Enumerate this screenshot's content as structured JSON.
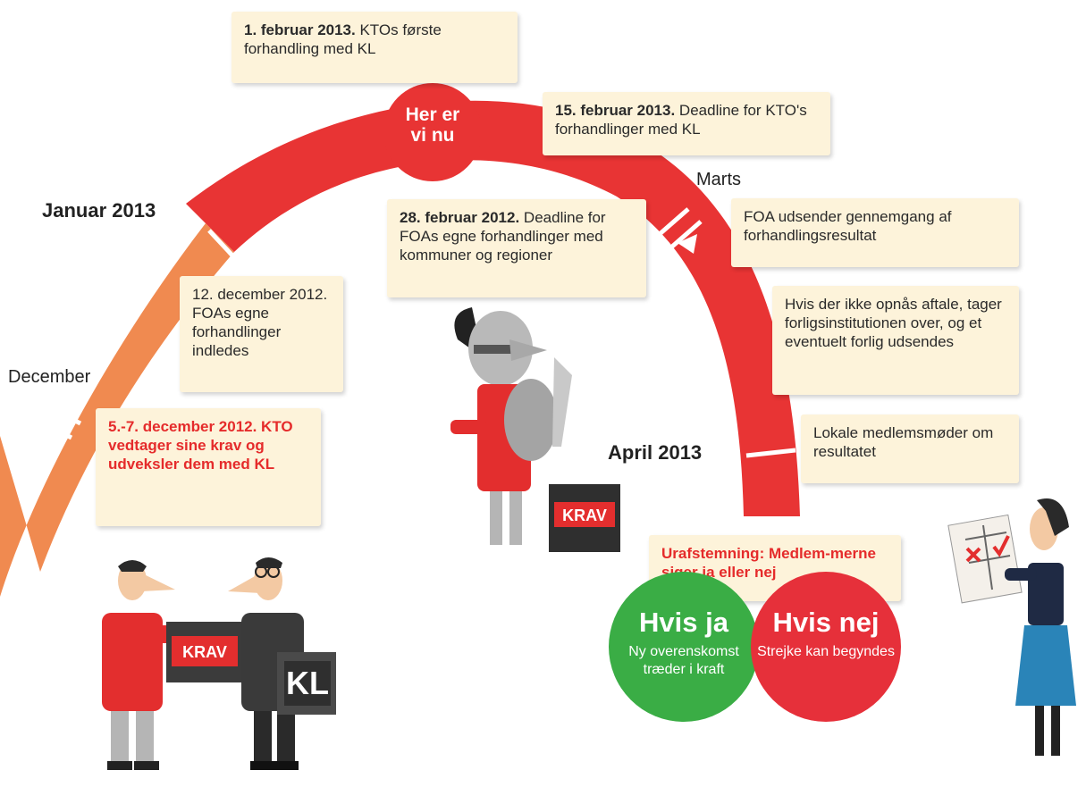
{
  "timeline": {
    "months": {
      "december": "December",
      "januar": "Januar 2013",
      "marts": "Marts",
      "april": "April 2013"
    },
    "here": [
      "Her er",
      "vi nu"
    ],
    "events": {
      "feb1": {
        "date": "1. februar 2013.",
        "text": " KTOs første forhandling med KL"
      },
      "feb15": {
        "date": "15. februar 2013.",
        "text": " Deadline for KTO's forhandlinger med KL"
      },
      "feb28": {
        "date": "28. februar 2012.",
        "text": " Deadline for FOAs egne forhandlinger med kommuner og regioner"
      },
      "dec12": "12. december 2012. FOAs egne forhandlinger indledes",
      "dec5": "5.-7. december 2012. KTO vedtager sine krav og udveksler dem med KL",
      "marts1": "FOA udsender gennemgang af forhandlingsresultat",
      "marts2": "Hvis der ikke opnås aftale, tager forligsinstitutionen over, og et eventuelt forlig udsendes",
      "april1": "Lokale medlemsmøder om resultatet",
      "vote": "Urafstemning: Medlem-merne siger ja eller nej"
    },
    "outcomes": {
      "yes": {
        "title": "Hvis ja",
        "text": "Ny overenskomst træder i kraft"
      },
      "no": {
        "title": "Hvis nej",
        "text": "Strejke kan begyndes"
      }
    },
    "folders": {
      "krav": "KRAV",
      "kl": "KL"
    }
  },
  "colors": {
    "arc_red": "#e83434",
    "arc_orange": "#f08a50",
    "box_bg": "#fdf3da",
    "yes_green": "#3aad45",
    "no_red": "#e6303a"
  }
}
